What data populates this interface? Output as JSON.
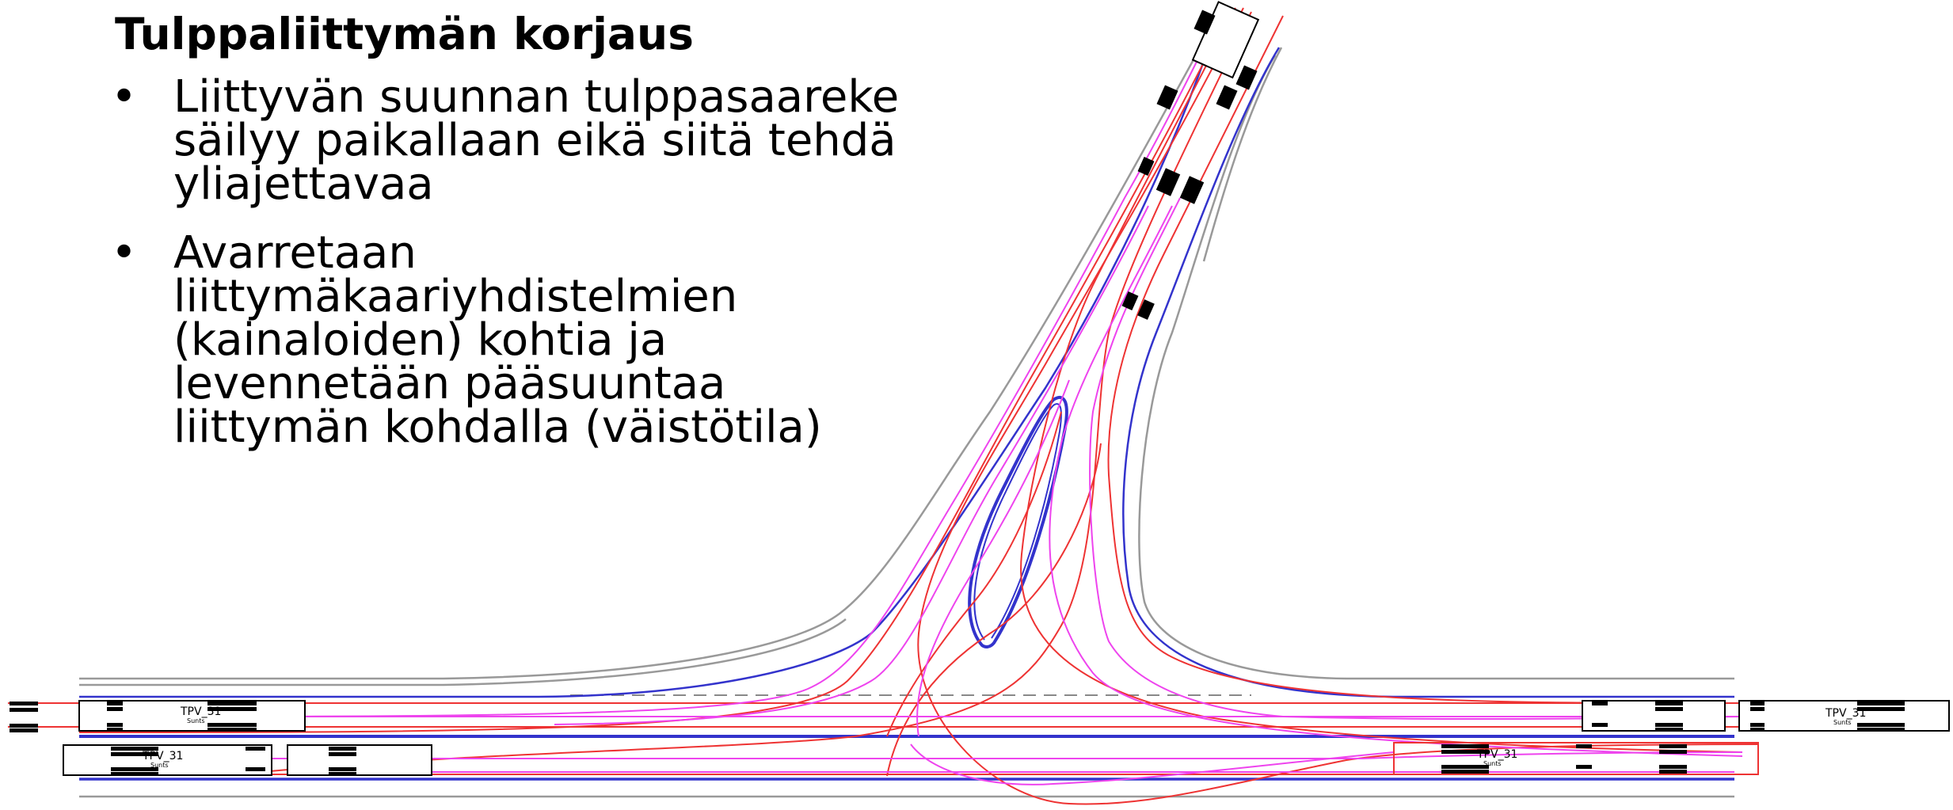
{
  "slide": {
    "title": "Tulppaliittymän korjaus",
    "bullets": [
      {
        "marker": "•",
        "text": "Liittyvän suunnan tulppasaareke\nsäilyy paikallaan eikä siitä tehdä\nyliajettavaa"
      },
      {
        "marker": "•",
        "text": "Avarretaan\nliittymäkaariyhdistelmien\n(kainaloiden) kohtia ja\nlevennetään pääsuuntaa\nliittymän kohdalla (väistötila)"
      }
    ]
  },
  "drawing": {
    "vehicle_labels": [
      {
        "name": "TPV_31",
        "sub": "Sunts"
      },
      {
        "name": "TPV_31",
        "sub": "Sunts"
      },
      {
        "name": "TPV_31",
        "sub": "Sunts"
      },
      {
        "name": "TPV_31",
        "sub": "Sunts"
      }
    ],
    "colors": {
      "road_edge": "#999999",
      "lane_edge": "#3333cc",
      "vehicle_path": "#ee3333",
      "wheel_path": "#ee44ee",
      "vehicle_outline": "#000000"
    }
  }
}
